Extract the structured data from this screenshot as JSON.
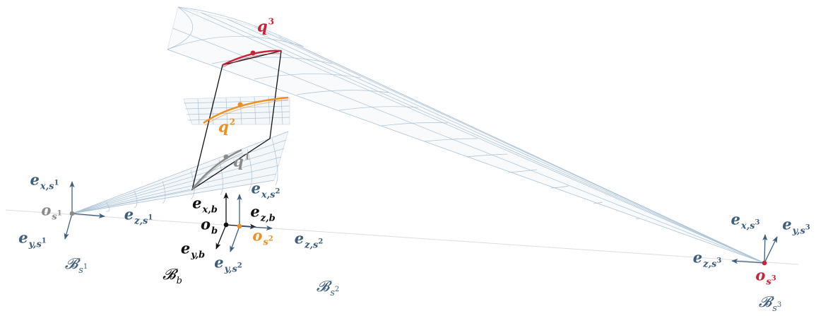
{
  "colors": {
    "axis_blue": "#3d5f7d",
    "grid_blue": "#a9c2d6",
    "red": "#c7243a",
    "orange": "#ef8f1f",
    "gray": "#8a8a8a",
    "black": "#111111",
    "baseline": "#dcdcdc"
  },
  "labels": {
    "q3": {
      "base": "q",
      "sup": "3"
    },
    "q2": {
      "base": "q",
      "sup": "2"
    },
    "q1": {
      "base": "q",
      "sup": "1"
    },
    "e_x_s1": {
      "base": "e",
      "sub": "x,s",
      "sup": "1"
    },
    "e_z_s1": {
      "base": "e",
      "sub": "z,s",
      "sup": "1"
    },
    "e_y_s1": {
      "base": "e",
      "sub": "y,s",
      "sup": "1"
    },
    "o_s1": {
      "base": "o",
      "sub": "s",
      "sup": "1"
    },
    "B_s1": {
      "base": "𝓑",
      "sub": "s",
      "sup": "1"
    },
    "e_x_b": {
      "base": "e",
      "sub": "x,b"
    },
    "e_z_b": {
      "base": "e",
      "sub": "z,b"
    },
    "e_y_b": {
      "base": "e",
      "sub": "y,b"
    },
    "o_b": {
      "base": "o",
      "sub": "b"
    },
    "B_b": {
      "base": "𝓑",
      "sub": "b"
    },
    "e_x_s2": {
      "base": "e",
      "sub": "x,s",
      "sup": "2"
    },
    "e_z_s2": {
      "base": "e",
      "sub": "z,s",
      "sup": "2"
    },
    "e_y_s2": {
      "base": "e",
      "sub": "y,s",
      "sup": "2"
    },
    "o_s2": {
      "base": "o",
      "sub": "s",
      "sup": "2"
    },
    "B_s2": {
      "base": "𝓑",
      "sub": "s",
      "sup": "2"
    },
    "e_x_s3": {
      "base": "e",
      "sub": "x,s",
      "sup": "3"
    },
    "e_y_s3": {
      "base": "e",
      "sub": "y,s",
      "sup": "3"
    },
    "e_z_s3": {
      "base": "e",
      "sub": "z,s",
      "sup": "3"
    },
    "o_s3": {
      "base": "o",
      "sub": "s",
      "sup": "3"
    },
    "B_s3": {
      "base": "𝓑",
      "sub": "s",
      "sup": "3"
    }
  }
}
